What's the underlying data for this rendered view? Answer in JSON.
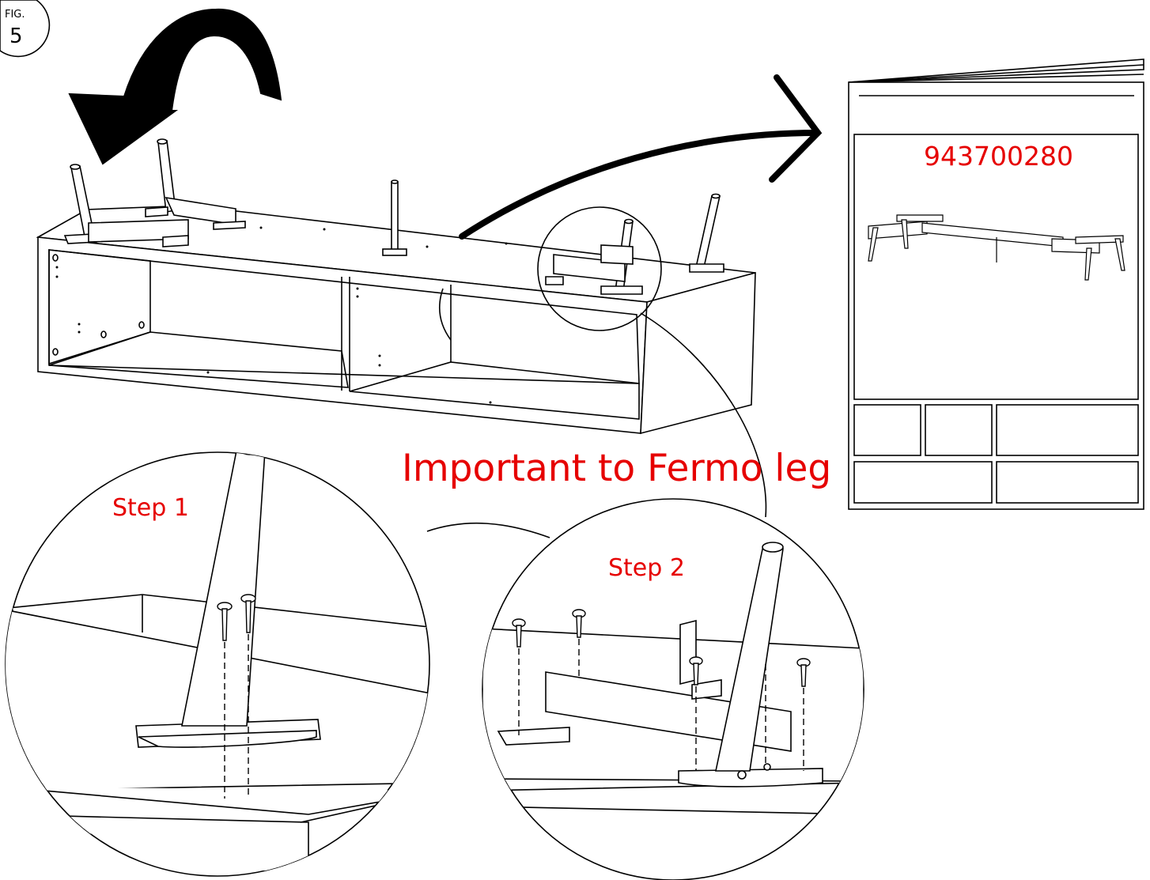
{
  "figure": {
    "label": "FIG.",
    "number": "5"
  },
  "manual": {
    "part_number": "943700280"
  },
  "notice": "Important to Fermo leg",
  "steps": [
    {
      "label": "Step 1"
    },
    {
      "label": "Step 2"
    }
  ],
  "colors": {
    "annotation": "#e60000",
    "line": "#000000",
    "paper": "#ffffff",
    "arrow_fill": "#000000"
  }
}
